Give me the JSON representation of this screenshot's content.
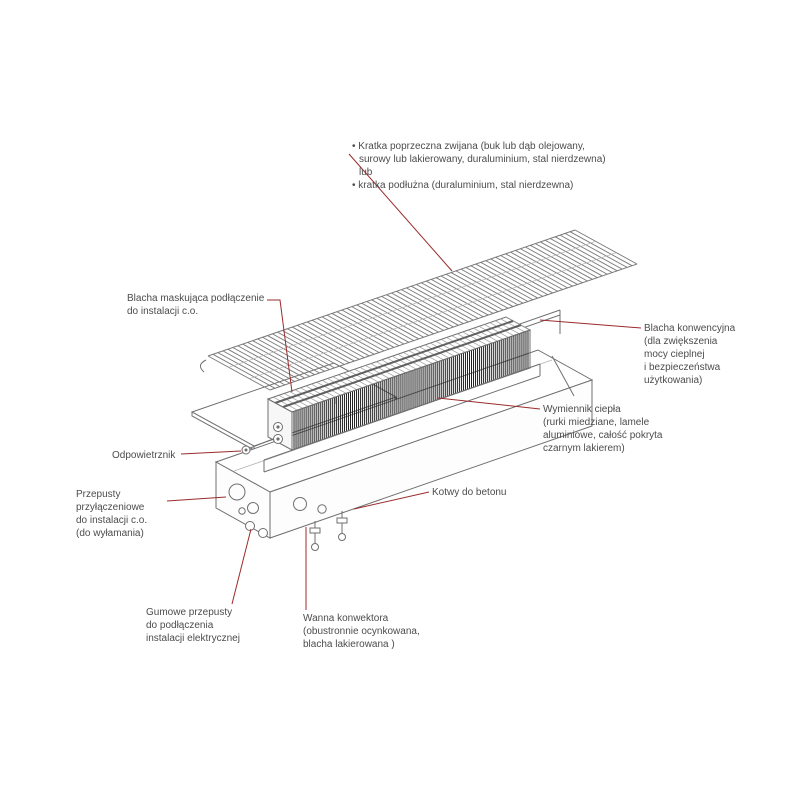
{
  "diagram": {
    "type": "exploded-technical-drawing",
    "subject": "konwektor kanałowy (floor trench convector) — widok rozłożony",
    "colors": {
      "leader_line": "#9b2b2b",
      "drawing_line": "#6f6f6f",
      "text": "#4c4c4c",
      "exchanger_fill": "#1f1f1f"
    },
    "labels": {
      "kratka": {
        "lines": [
          "• Kratka poprzeczna zwijana (buk lub dąb olejowany,",
          "surowy lub lakierowany, duraluminium, stal nierdzewna)",
          "lub",
          "• kratka podłużna (duraluminium, stal nierdzewna)"
        ]
      },
      "blacha_maskujaca": {
        "lines": [
          "Blacha maskująca podłączenie",
          "do instalacji c.o."
        ]
      },
      "blacha_konwekcyjna": {
        "lines": [
          "Blacha konwencyjna",
          "(dla zwiększenia",
          "mocy cieplnej",
          "i bezpieczeństwa",
          "użytkowania)"
        ]
      },
      "wymiennik": {
        "lines": [
          "Wymiennik ciepła",
          "(rurki miedziane, lamele",
          "aluminiowe, całość pokryta",
          "czarnym lakierem)"
        ]
      },
      "odpowietrznik": {
        "lines": [
          "Odpowietrznik"
        ]
      },
      "przepusty": {
        "lines": [
          "Przepusty",
          "przyłączeniowe",
          "do instalacji c.o.",
          "(do wyłamania)"
        ]
      },
      "kotwy": {
        "lines": [
          "Kotwy do betonu"
        ]
      },
      "gumowe": {
        "lines": [
          "Gumowe przepusty",
          "do podłączenia",
          "instalacji elektrycznej"
        ]
      },
      "wanna": {
        "lines": [
          "Wanna konwektora",
          "(obustronnie ocynkowana,",
          "blacha lakierowana )"
        ]
      }
    }
  }
}
